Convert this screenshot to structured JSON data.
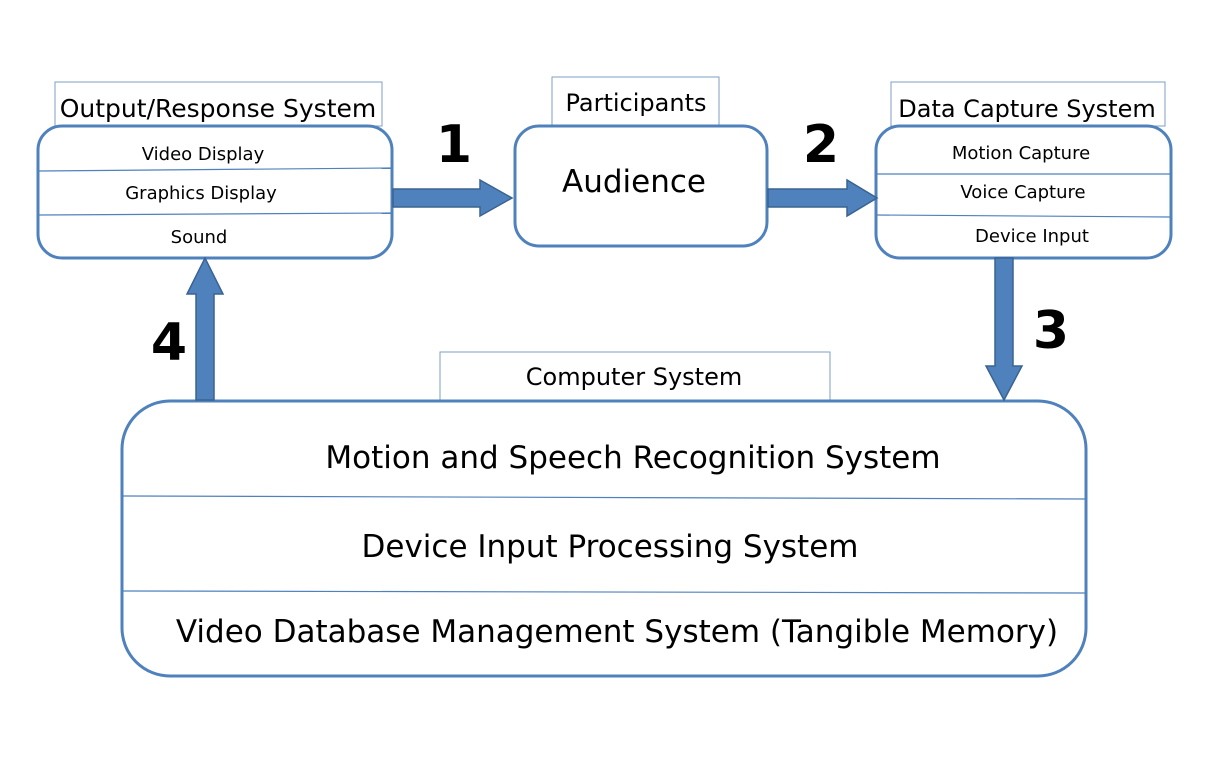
{
  "diagram": {
    "output_system": {
      "title": "Output/Response System",
      "items": [
        "Video Display",
        "Graphics Display",
        "Sound"
      ]
    },
    "participants": {
      "title": "Participants",
      "items": [
        "Audience"
      ]
    },
    "data_capture": {
      "title": "Data Capture System",
      "items": [
        "Motion Capture",
        "Voice Capture",
        "Device Input"
      ]
    },
    "computer_system": {
      "title": "Computer System",
      "items": [
        "Motion and Speech Recognition System",
        "Device Input Processing System",
        "Video Database Management System (Tangible Memory)"
      ]
    },
    "arrows": [
      "1",
      "2",
      "3",
      "4"
    ],
    "colors": {
      "box_border": "#4f81bd",
      "arrow_fill": "#4f81bd",
      "label_border": "#7f9fc4"
    }
  }
}
